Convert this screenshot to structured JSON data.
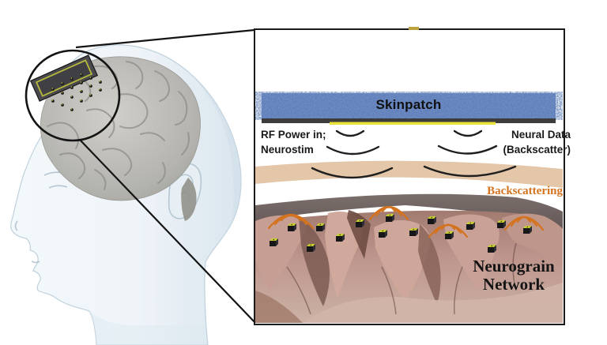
{
  "panel": {
    "skinpatch_label": "Skinpatch",
    "rf_label_line1": "RF Power in;",
    "rf_label_line2": "Neurostim",
    "neural_label_line1": "Neural Data",
    "neural_label_line2": "(Backscatter)",
    "backscattering_label": "Backscattering",
    "network_label_line1": "Neurograin",
    "network_label_line2": "Network"
  },
  "colors": {
    "skinpatch_blue": "#5b79bd",
    "skinpatch_speckle_navy": "#2e4a8a",
    "signal_orange": "#d4731f",
    "skull_tan": "#e4c6a8",
    "dura_gray": "#6f6361",
    "brain_tissue_pink": "#bd948b",
    "neurograin_yellow": "#c9cf2e",
    "outline_black": "#1b1b1b",
    "skinpatch_underline_dark": "#3c3c3c",
    "skinpatch_underline_yellow": "#e8e23a",
    "head_tint_blue": "#dde9f1",
    "brain_gray": "#b3b2ad"
  },
  "icons": {
    "head": "head-profile-icon",
    "brain": "brain-icon",
    "chip": "skinpatch-chip-icon",
    "electrode_dot": "electrode-dot-icon",
    "neurograin": "neurograin-cube-icon",
    "rf_wave": "rf-wave-arc-icon",
    "backscatter_wave": "backscatter-wave-icon",
    "callout": "magnify-callout-circle"
  },
  "counts": {
    "neurograin_cubes": 15,
    "rf_wave_arcs": 6,
    "backscatter_wave_clusters": 4,
    "electrode_dots_on_head": 18
  }
}
